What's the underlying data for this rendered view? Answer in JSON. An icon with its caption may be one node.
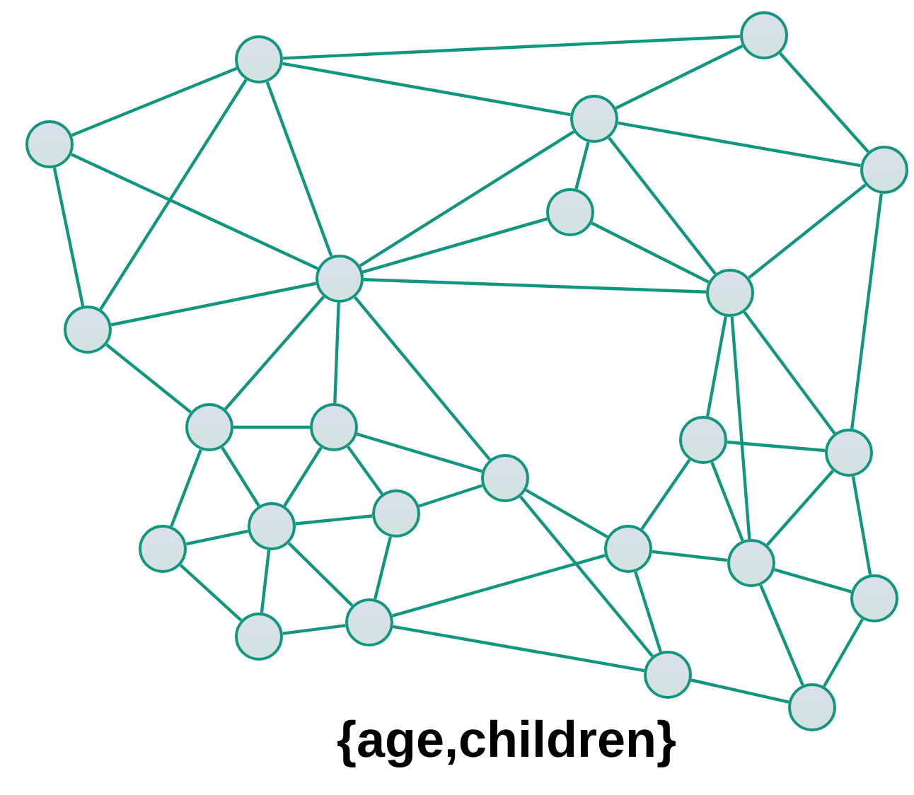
{
  "diagram": {
    "nodes": [
      {
        "text": [],
        "shape": "circle"
      },
      {
        "text": [],
        "shape": "circle"
      },
      {
        "text": [],
        "shape": "circle"
      },
      {
        "text": [],
        "shape": "circle"
      },
      {
        "text": [],
        "shape": "circle"
      },
      {
        "text": [],
        "shape": "circle"
      },
      {
        "text": [],
        "shape": "circle"
      },
      {
        "text": [],
        "shape": "circle"
      },
      {
        "text": [],
        "shape": "circle"
      },
      {
        "text": [],
        "shape": "circle"
      },
      {
        "text": [],
        "shape": "circle"
      },
      {
        "text": [],
        "shape": "circle"
      },
      {
        "text": [],
        "shape": "circle"
      },
      {
        "text": [],
        "shape": "circle"
      },
      {
        "text": [],
        "shape": "circle"
      },
      {
        "text": [],
        "shape": "circle"
      },
      {
        "text": [],
        "shape": "circle"
      },
      {
        "text": [],
        "shape": "circle"
      },
      {
        "text": [],
        "shape": "circle"
      },
      {
        "text": [],
        "shape": "circle"
      },
      {
        "text": [],
        "shape": "circle"
      },
      {
        "text": [],
        "shape": "circle"
      },
      {
        "text": [],
        "shape": "circle"
      },
      {
        "text": [],
        "shape": "circle"
      }
    ],
    "edges": [
      {
        "from": 0,
        "to": 1,
        "arrow": "none"
      },
      {
        "from": 0,
        "to": 3,
        "arrow": "none"
      },
      {
        "from": 0,
        "to": 2,
        "arrow": "none"
      },
      {
        "from": 0,
        "to": 8,
        "arrow": "none"
      },
      {
        "from": 0,
        "to": 6,
        "arrow": "none"
      },
      {
        "from": 2,
        "to": 8,
        "arrow": "none"
      },
      {
        "from": 2,
        "to": 6,
        "arrow": "none"
      },
      {
        "from": 6,
        "to": 8,
        "arrow": "none"
      },
      {
        "from": 8,
        "to": 9,
        "arrow": "none"
      },
      {
        "from": 6,
        "to": 3,
        "arrow": "none"
      },
      {
        "from": 6,
        "to": 5,
        "arrow": "none"
      },
      {
        "from": 6,
        "to": 7,
        "arrow": "none"
      },
      {
        "from": 6,
        "to": 9,
        "arrow": "none"
      },
      {
        "from": 6,
        "to": 10,
        "arrow": "none"
      },
      {
        "from": 6,
        "to": 13,
        "arrow": "none"
      },
      {
        "from": 1,
        "to": 3,
        "arrow": "none"
      },
      {
        "from": 1,
        "to": 4,
        "arrow": "none"
      },
      {
        "from": 3,
        "to": 4,
        "arrow": "none"
      },
      {
        "from": 3,
        "to": 5,
        "arrow": "none"
      },
      {
        "from": 3,
        "to": 7,
        "arrow": "none"
      },
      {
        "from": 5,
        "to": 7,
        "arrow": "none"
      },
      {
        "from": 4,
        "to": 7,
        "arrow": "none"
      },
      {
        "from": 4,
        "to": 12,
        "arrow": "none"
      },
      {
        "from": 7,
        "to": 11,
        "arrow": "none"
      },
      {
        "from": 7,
        "to": 18,
        "arrow": "none"
      },
      {
        "from": 7,
        "to": 12,
        "arrow": "none"
      },
      {
        "from": 11,
        "to": 12,
        "arrow": "none"
      },
      {
        "from": 11,
        "to": 17,
        "arrow": "none"
      },
      {
        "from": 11,
        "to": 18,
        "arrow": "none"
      },
      {
        "from": 12,
        "to": 18,
        "arrow": "none"
      },
      {
        "from": 12,
        "to": 19,
        "arrow": "none"
      },
      {
        "from": 17,
        "to": 18,
        "arrow": "none"
      },
      {
        "from": 18,
        "to": 19,
        "arrow": "none"
      },
      {
        "from": 18,
        "to": 23,
        "arrow": "none"
      },
      {
        "from": 17,
        "to": 22,
        "arrow": "none"
      },
      {
        "from": 19,
        "to": 23,
        "arrow": "none"
      },
      {
        "from": 22,
        "to": 23,
        "arrow": "none"
      },
      {
        "from": 9,
        "to": 10,
        "arrow": "none"
      },
      {
        "from": 9,
        "to": 14,
        "arrow": "none"
      },
      {
        "from": 9,
        "to": 16,
        "arrow": "none"
      },
      {
        "from": 10,
        "to": 14,
        "arrow": "none"
      },
      {
        "from": 10,
        "to": 15,
        "arrow": "none"
      },
      {
        "from": 10,
        "to": 13,
        "arrow": "none"
      },
      {
        "from": 14,
        "to": 15,
        "arrow": "none"
      },
      {
        "from": 14,
        "to": 16,
        "arrow": "none"
      },
      {
        "from": 14,
        "to": 20,
        "arrow": "none"
      },
      {
        "from": 14,
        "to": 21,
        "arrow": "none"
      },
      {
        "from": 15,
        "to": 21,
        "arrow": "none"
      },
      {
        "from": 15,
        "to": 13,
        "arrow": "none"
      },
      {
        "from": 16,
        "to": 20,
        "arrow": "none"
      },
      {
        "from": 20,
        "to": 21,
        "arrow": "none"
      },
      {
        "from": 21,
        "to": 17,
        "arrow": "none"
      },
      {
        "from": 21,
        "to": 22,
        "arrow": "none"
      },
      {
        "from": 13,
        "to": 17,
        "arrow": "none"
      },
      {
        "from": 13,
        "to": 22,
        "arrow": "none"
      }
    ],
    "labels": [
      "{age,children}"
    ]
  }
}
